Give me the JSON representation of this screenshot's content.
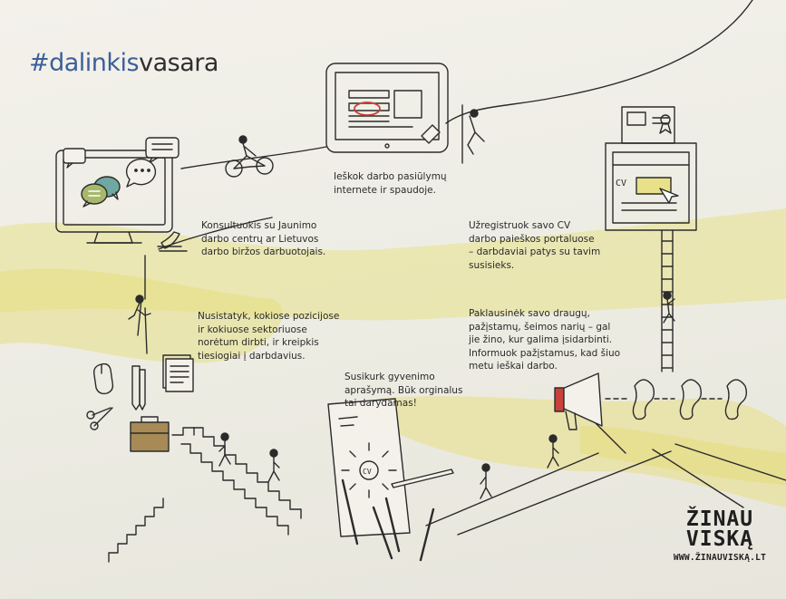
{
  "hashtag": {
    "prefix": "#",
    "left": "dalinkis",
    "right": "vasara"
  },
  "labels": {
    "counsel": "Konsultuokis su Jaunimo\ndarbo centrų ar Lietuvos\ndarbo biržos darbuotojais.",
    "search": "Ieškok darbo pasiūlymų\ninternete ir spaudoje.",
    "register": "Užregistruok savo CV\ndarbo paieškos portaluose\n– darbdaviai patys su tavim\nsusisieks.",
    "decide": "Nusistatyk, kokiose pozicijose\nir kokiuose sektoriuose\nnorėtum dirbti, ir kreipkis\ntiesiogiai į darbdavius.",
    "ask": "Paklausinėk savo draugų,\npažįstamų, šeimos narių – gal\njie žino, kur galima įsidarbinti.\nInformuok pažįstamus, kad šiuo\nmetu ieškai darbo.",
    "cv_write": "Susikurk gyvenimo\naprašymą. Būk orginalus\ntai darydamas!"
  },
  "sketch_text": {
    "cv_tag": "CV",
    "cv_form": "CV"
  },
  "brand": {
    "line1": "ŽINAU",
    "line2": "VISKĄ",
    "url": "WWW.ŽINAUVISKĄ.LT"
  },
  "colors": {
    "accent_blue": "#3b5f9b",
    "wash_yellow": "#e7e08a",
    "highlight_red": "#c8413a",
    "chat_teal": "#6fa8a0",
    "chat_olive": "#a7b86a"
  }
}
